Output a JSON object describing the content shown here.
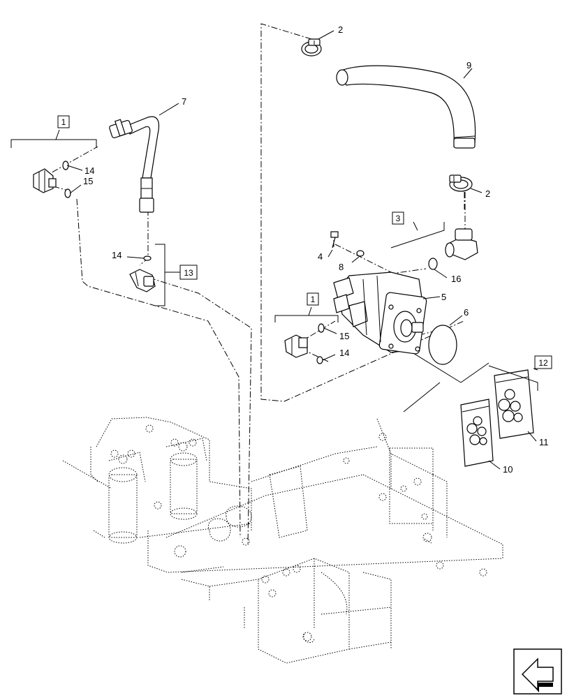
{
  "callouts": {
    "c2a": "2",
    "c2b": "2",
    "c4": "4",
    "c5": "5",
    "c6": "6",
    "c7": "7",
    "c8": "8",
    "c9": "9",
    "c10": "10",
    "c11": "11",
    "c14a": "14",
    "c14b": "14",
    "c14c": "14",
    "c15a": "15",
    "c15b": "15",
    "c16": "16"
  },
  "boxes": {
    "b1a": "1",
    "b1b": "1",
    "b3": "3",
    "b12": "12",
    "b13": "13"
  },
  "icons": {
    "nav": "back-arrow-icon"
  }
}
